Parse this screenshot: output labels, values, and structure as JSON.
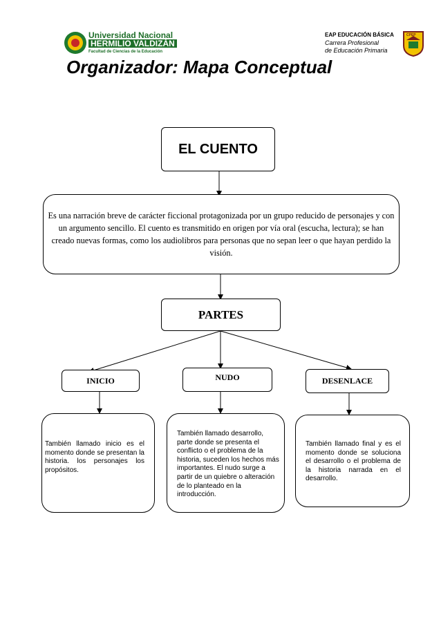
{
  "header": {
    "university": {
      "line1": "Universidad Nacional",
      "line2": "HERMILIO VALDIZÁN",
      "line3": "Facultad de Ciencias de la Educación"
    },
    "school": {
      "line1": "EAP EDUCACIÓN BÁSICA",
      "line2": "Carrera Profesional",
      "line3": "de Educación Primaria",
      "badge": "CPEP"
    }
  },
  "title": "Organizador: Mapa Conceptual",
  "diagram": {
    "root": "EL CUENTO",
    "definition": "Es una narración breve de carácter ficcional protagonizada por un grupo reducido de personajes y con un argumento sencillo. El cuento es transmitido en origen por vía oral (escucha, lectura); se han creado nuevas formas, como los audiolibros para personas que no sepan leer o que hayan perdido la visión.",
    "parts_label": "PARTES",
    "parts": [
      {
        "label": "INICIO",
        "text": "También llamado inicio es el momento donde se presentan la historia. los personajes los propósitos."
      },
      {
        "label": "NUDO",
        "text": "También llamado desarrollo, parte donde se presenta el conflicto o el problema de la historia, suceden los hechos más importantes. El nudo surge a partir de un quiebre o alteración de lo planteado en la introducción."
      },
      {
        "label": "DESENLACE",
        "text": "También llamado final y es el momento donde se soluciona el desarrollo o el problema de la historia narrada en el desarrollo."
      }
    ]
  }
}
